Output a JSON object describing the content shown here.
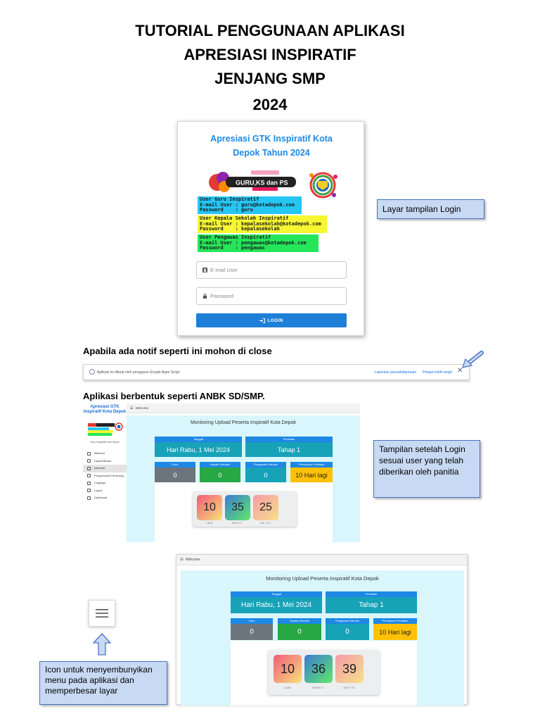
{
  "header": {
    "line1": "TUTORIAL PENGGUNAAN APLIKASI",
    "line2": "APRESIASI INSPIRATIF",
    "line3": "JENJANG SMP",
    "line4": "2024"
  },
  "login": {
    "title_line1": "Apresiasi GTK Inspiratif Kota",
    "title_line2": "Depok Tahun 2024",
    "logo_text": "GURU,KS dan PS",
    "cred_guru": "User Guru Inspiratif\nE-mail User : guru@kotadepok.com\nPassword    : guru",
    "cred_ks": "User Kepala Sekolah Inspiratif\nE-mail User : kepalasekolah@kotadepok.com\nPassword    : kepalasekolah",
    "cred_pengawas": "User Pengawas Inspiratif\nE-mail User : pengawas@kotadepok.com\nPassword    : pengawas",
    "email_placeholder": "E-mail User",
    "password_placeholder": "Password",
    "login_button": "LOGIN"
  },
  "callouts": {
    "login": "Layar tampilan Login",
    "after_login": "Tampilan setelah Login sesuai user yang telah diberikan oleh panitia",
    "menu_icon": "Icon untuk menyembunyikan menu pada aplikasi dan memperbesar layar"
  },
  "labels": {
    "notif_instruction": "Apabila ada notif seperti ini mohon di close",
    "anbk": "Aplikasi berbentuk seperti ANBK SD/SMP."
  },
  "notification": {
    "text": "Aplikasi ini dibuat oleh pengguna Google Apps Script",
    "link_report": "Laporkan penyalahgunaan",
    "link_more": "Pelajari lebih lanjut",
    "close": "✕"
  },
  "app": {
    "sidebar_title": "Apresiasi GTK Inspiratif Kota Depok",
    "sidebar_subtitle": "Guru Inspiratif Kota Depok",
    "menu": [
      "Welcome",
      "Upload Berkas",
      "Informasi",
      "Pengumuman Pemenang",
      "Copyright",
      "Logout",
      "Dashboard"
    ],
    "topbar": "Welcome",
    "monitoring_title": "Monitoring Upload Peserta Inspiratif Kota Depok",
    "tanggal_label": "Tanggal",
    "tanggal_value": "Hari Rabu, 1 Mei 2024",
    "penilaian_label": "Penilaian",
    "penilaian_value": "Tahap 1",
    "guru_label": "Guru",
    "guru_value": "0",
    "ks_label": "Kepala Sekolah",
    "ks_value": "0",
    "pengawas_label": "Pengawas Sekolah",
    "pengawas_value": "0",
    "penutupan_label": "Penutupan Penilaian",
    "penutupan_value": "10 Hari lagi",
    "jam_label": "JAM",
    "menit_label": "MENIT",
    "detik_label": "DETIK"
  },
  "clock1": {
    "jam": "10",
    "menit": "35",
    "detik": "25"
  },
  "clock2": {
    "jam": "10",
    "menit": "36",
    "detik": "39"
  },
  "icons": [
    "user-icon",
    "lock-icon",
    "login-icon",
    "info-icon",
    "menu-icon",
    "arrow-up-icon",
    "arrow-pointer-icon"
  ],
  "colors": {
    "accent_blue": "#1e88e5",
    "teal": "#17a2b8",
    "gray": "#6c757d",
    "green": "#28a745",
    "yellow": "#ffc107",
    "callout_bg": "#c8d9f4"
  }
}
